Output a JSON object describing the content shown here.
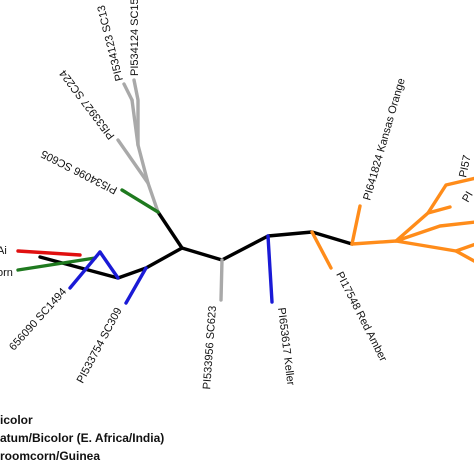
{
  "colors": {
    "trunk": "#000000",
    "gray": "#a9a9a9",
    "green": "#1f7a1f",
    "blue": "#1a1ad6",
    "orange": "#ff8c1a",
    "red": "#e01010"
  },
  "tree": {
    "labels": {
      "sc15": "PI534124 SC15",
      "sc13": "PI534123 SC13",
      "sc224": "PI533927 SC224",
      "sc605": "PI534096 SC605",
      "ai": "Ai",
      "orn": "orn",
      "sc1494": "656090 SC1494",
      "sc309": "PI533754 SC309",
      "sc623": "PI533956 SC623",
      "keller": "PI653617 Keller",
      "redamber": "PI17548 Red Amber",
      "kansas": "PI641824 Kansas Orange",
      "pi57": "PI57",
      "pi": "PI"
    }
  },
  "legend": {
    "items": [
      "icolor",
      "atum/Bicolor (E. Africa/India)",
      "roomcorn/Guinea"
    ]
  }
}
